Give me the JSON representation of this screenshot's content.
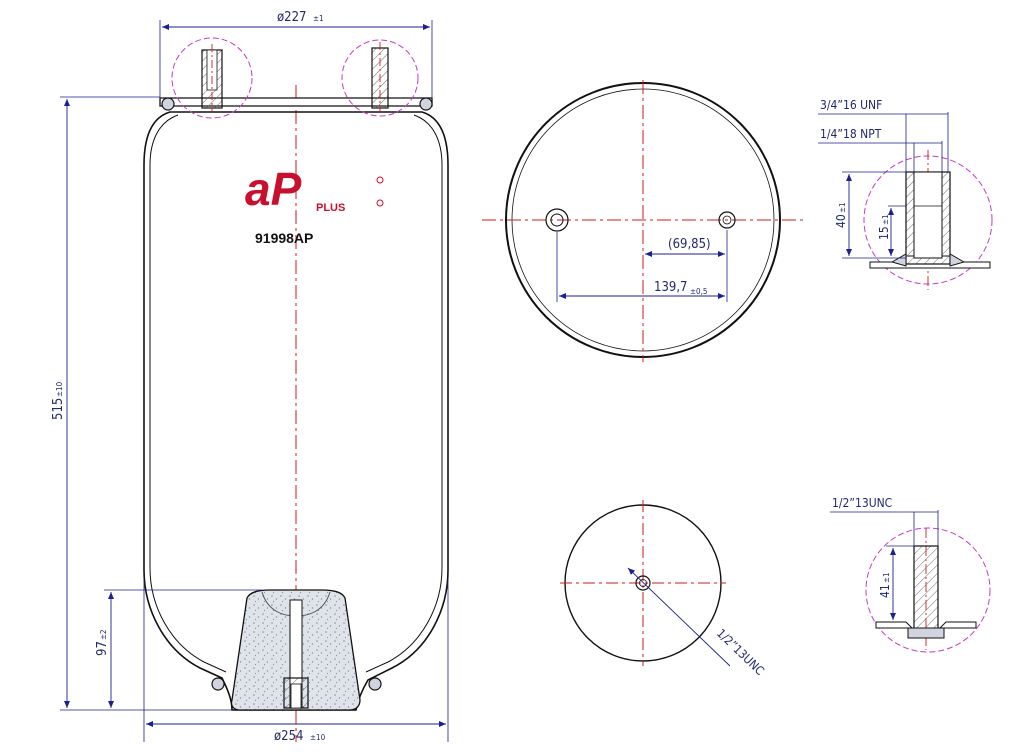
{
  "colors": {
    "outline": "#111111",
    "dimension": "#1d1f8f",
    "centerline": "#d21a1a",
    "detail_circle": "#c43bc4",
    "brand_red": "#c8102e",
    "rubber_fill": "#d9dde6"
  },
  "brand": {
    "logo_text": "aP",
    "logo_subtext": "PLUS",
    "part_number": "91998AP"
  },
  "side_view": {
    "top_diameter": "ø227",
    "top_diameter_tol": "±1",
    "height": "515",
    "height_tol": "±10",
    "bumper_height": "97",
    "bumper_height_tol": "±2",
    "bottom_diameter": "ø254",
    "bottom_diameter_tol": "±10"
  },
  "top_view": {
    "offset_label": "(69,85)",
    "spacing": "139,7",
    "spacing_tol": "±0,5"
  },
  "top_stud_detail": {
    "thread_1": "3/4”16 UNF",
    "thread_2": "1/4”18 NPT",
    "length_1": "40",
    "length_1_tol": "±1",
    "length_2": "15",
    "length_2_tol": "±1"
  },
  "bottom_view": {
    "thread_label": "1/2”13UNC"
  },
  "bottom_stud_detail": {
    "thread": "1/2”13UNC",
    "length": "41",
    "length_tol": "±1"
  }
}
